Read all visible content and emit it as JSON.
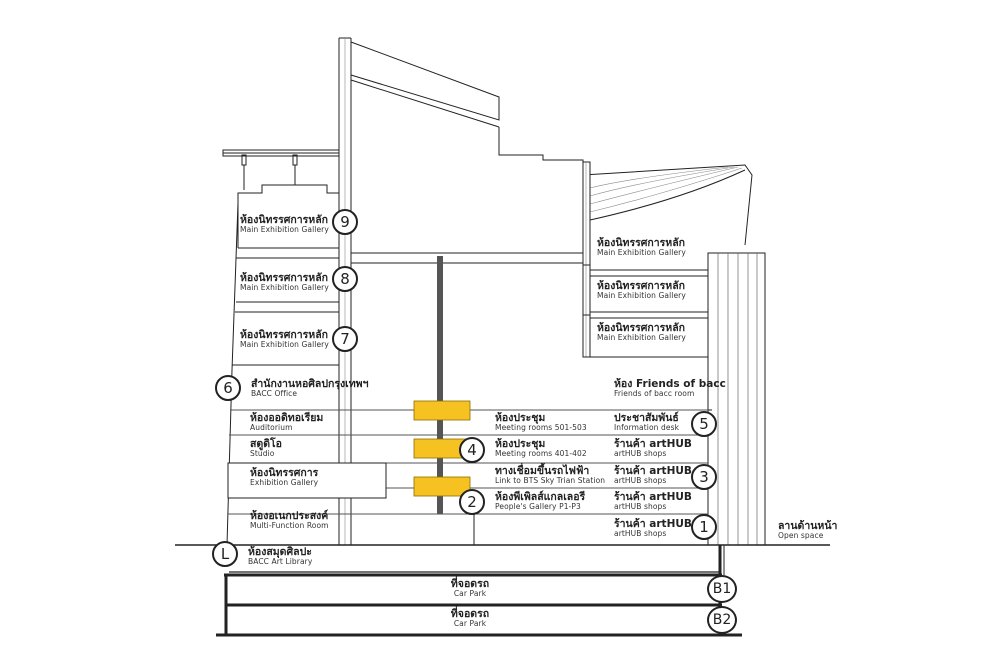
{
  "floors": [
    {
      "badge": "9",
      "th": "ห้องนิทรรศการหลัก",
      "en": "Main Exhibition Gallery"
    },
    {
      "badge": "8",
      "th": "ห้องนิทรรศการหลัก",
      "en": "Main Exhibition Gallery"
    },
    {
      "badge": "7",
      "th": "ห้องนิทรรศการหลัก",
      "en": "Main Exhibition Gallery"
    },
    {
      "badge": "6",
      "th": "สำนักงานหอศิลปกรุงเทพฯ",
      "en": "BACC Office"
    },
    {
      "badge": "5"
    },
    {
      "badge": "4"
    },
    {
      "badge": "3"
    },
    {
      "badge": "2"
    },
    {
      "badge": "1"
    },
    {
      "badge": "L",
      "th": "ห้องสมุดศิลปะ",
      "en": "BACC Art Library"
    },
    {
      "badge": "B1",
      "th": "ที่จอดรถ",
      "en": "Car Park"
    },
    {
      "badge": "B2",
      "th": "ที่จอดรถ",
      "en": "Car Park"
    }
  ],
  "right_galleries": [
    {
      "th": "ห้องนิทรรศการหลัก",
      "en": "Main Exhibition Gallery"
    },
    {
      "th": "ห้องนิทรรศการหลัก",
      "en": "Main Exhibition Gallery"
    },
    {
      "th": "ห้องนิทรรศการหลัก",
      "en": "Main Exhibition Gallery"
    }
  ],
  "rooms": {
    "friends": {
      "th": "ห้อง Friends of bacc",
      "en": "Friends of bacc room"
    },
    "auditorium": {
      "th": "ห้องออดิทอเรียม",
      "en": "Auditorium"
    },
    "meeting_501": {
      "th": "ห้องประชุม",
      "en": "Meeting rooms 501-503"
    },
    "info_desk": {
      "th": "ประชาสัมพันธ์",
      "en": "Information desk"
    },
    "studio": {
      "th": "สตูดิโอ",
      "en": "Studio"
    },
    "meeting_401": {
      "th": "ห้องประชุม",
      "en": "Meeting rooms 401-402"
    },
    "shops_4": {
      "th": "ร้านค้า artHUB",
      "en": "artHUB shops"
    },
    "exhibition": {
      "th": "ห้องนิทรรศการ",
      "en": "Exhibition Gallery"
    },
    "bts": {
      "th": "ทางเชื่อมขึ้นรถไฟฟ้า",
      "en": "Link to BTS Sky Trian Station"
    },
    "shops_3": {
      "th": "ร้านค้า artHUB",
      "en": "artHUB shops"
    },
    "peoples": {
      "th": "ห้องพีเพิลส์แกลเลอรี",
      "en": "People's Gallery P1-P3"
    },
    "shops_2": {
      "th": "ร้านค้า artHUB",
      "en": "artHUB shops"
    },
    "multi": {
      "th": "ห้องอเนกประสงค์",
      "en": "Multi-Function Room"
    },
    "shops_1": {
      "th": "ร้านค้า artHUB",
      "en": "artHUB shops"
    },
    "open_space": {
      "th": "ลานด้านหน้า",
      "en": "Open space"
    }
  },
  "colors": {
    "line": "#222222",
    "thin": "#555555",
    "accent": "#f5c221",
    "background": "#ffffff"
  }
}
